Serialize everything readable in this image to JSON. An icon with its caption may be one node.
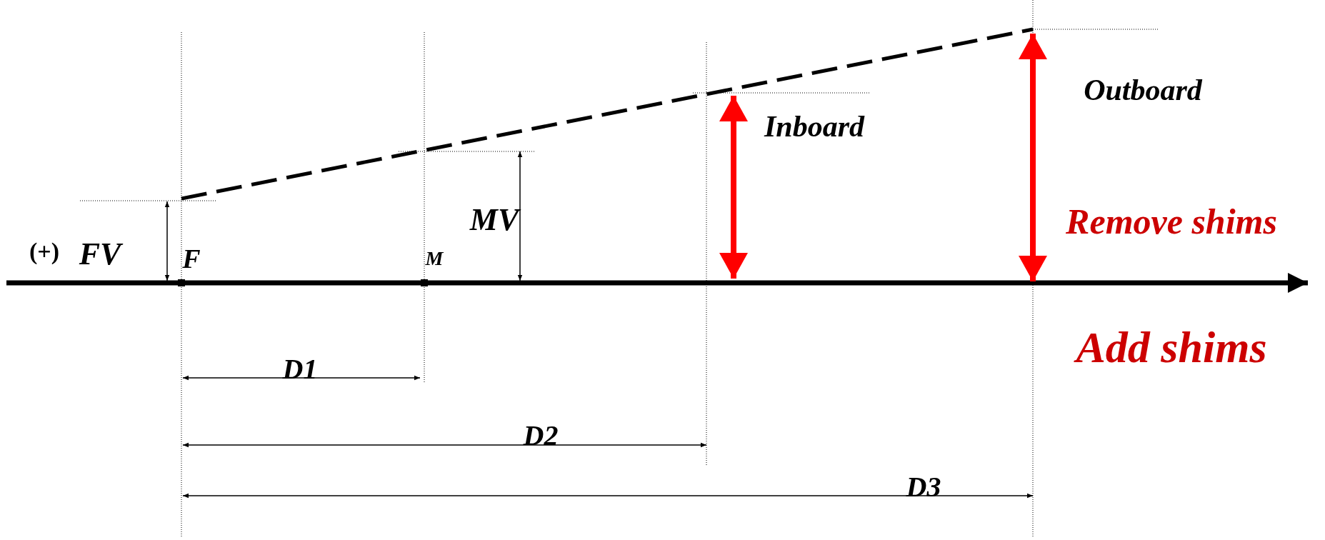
{
  "diagram": {
    "labels": [
      "(+)",
      "FV",
      "F",
      "M",
      "MV",
      "Inboard",
      "Outboard",
      "Remove shims",
      "Add shims",
      "D1",
      "D2",
      "D3"
    ]
  }
}
